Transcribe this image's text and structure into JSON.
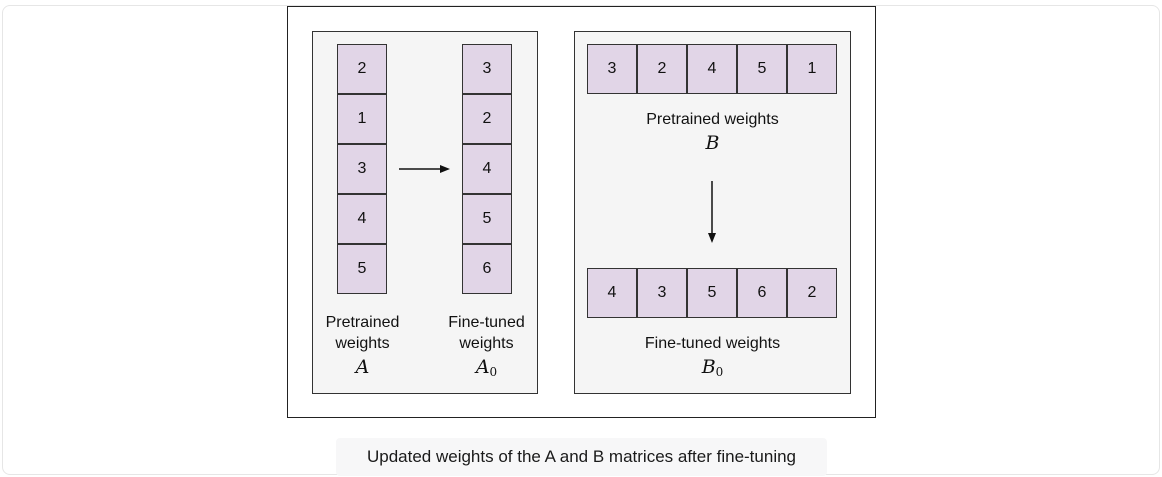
{
  "matrix_a": {
    "pretrained": [
      "2",
      "1",
      "3",
      "4",
      "5"
    ],
    "finetuned": [
      "3",
      "2",
      "4",
      "5",
      "6"
    ],
    "pretrained_label_line1": "Pretrained",
    "pretrained_label_line2": "weights",
    "pretrained_symbol": "A",
    "finetuned_label_line1": "Fine-tuned",
    "finetuned_label_line2": "weights",
    "finetuned_symbol": "A",
    "finetuned_symbol_sub": "0"
  },
  "matrix_b": {
    "pretrained": [
      "3",
      "2",
      "4",
      "5",
      "1"
    ],
    "finetuned": [
      "4",
      "3",
      "5",
      "6",
      "2"
    ],
    "pretrained_label": "Pretrained weights",
    "pretrained_symbol": "B",
    "finetuned_label": "Fine-tuned weights",
    "finetuned_symbol": "B",
    "finetuned_symbol_sub": "0"
  },
  "caption": "Updated weights of the A and B matrices after fine-tuning",
  "colors": {
    "cell_fill": "#e1d5e7",
    "panel_fill": "#f5f5f5",
    "stroke": "#333333"
  }
}
